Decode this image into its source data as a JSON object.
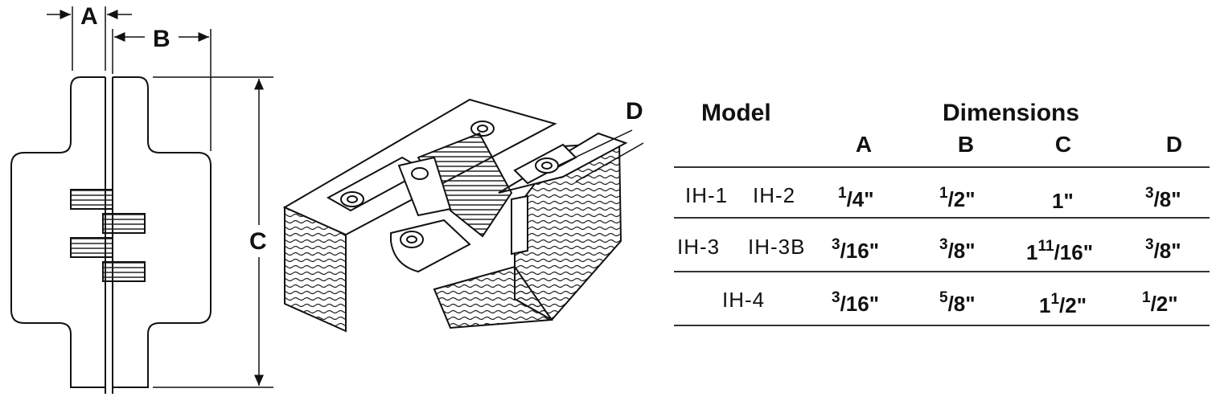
{
  "labels": {
    "a": "A",
    "b": "B",
    "c": "C",
    "d": "D"
  },
  "table": {
    "model_header": "Model",
    "dimensions_header": "Dimensions",
    "columns": [
      "A",
      "B",
      "C",
      "D"
    ],
    "rows": [
      {
        "models": [
          "IH-1",
          "IH-2"
        ],
        "a": {
          "whole": "",
          "num": "1",
          "den": "/4\""
        },
        "b": {
          "whole": "",
          "num": "1",
          "den": "/2\""
        },
        "c": {
          "whole": "1\"",
          "num": "",
          "den": ""
        },
        "d": {
          "whole": "",
          "num": "3",
          "den": "/8\""
        }
      },
      {
        "models": [
          "IH-3",
          "IH-3B"
        ],
        "a": {
          "whole": "",
          "num": "3",
          "den": "/16\""
        },
        "b": {
          "whole": "",
          "num": "3",
          "den": "/8\""
        },
        "c": {
          "whole": "1",
          "num": "11",
          "den": "/16\""
        },
        "d": {
          "whole": "",
          "num": "3",
          "den": "/8\""
        }
      },
      {
        "models": [
          "IH-4"
        ],
        "a": {
          "whole": "",
          "num": "3",
          "den": "/16\""
        },
        "b": {
          "whole": "",
          "num": "5",
          "den": "/8\""
        },
        "c": {
          "whole": "1",
          "num": "1",
          "den": "/2\""
        },
        "d": {
          "whole": "",
          "num": "1",
          "den": "/2\""
        }
      }
    ]
  }
}
